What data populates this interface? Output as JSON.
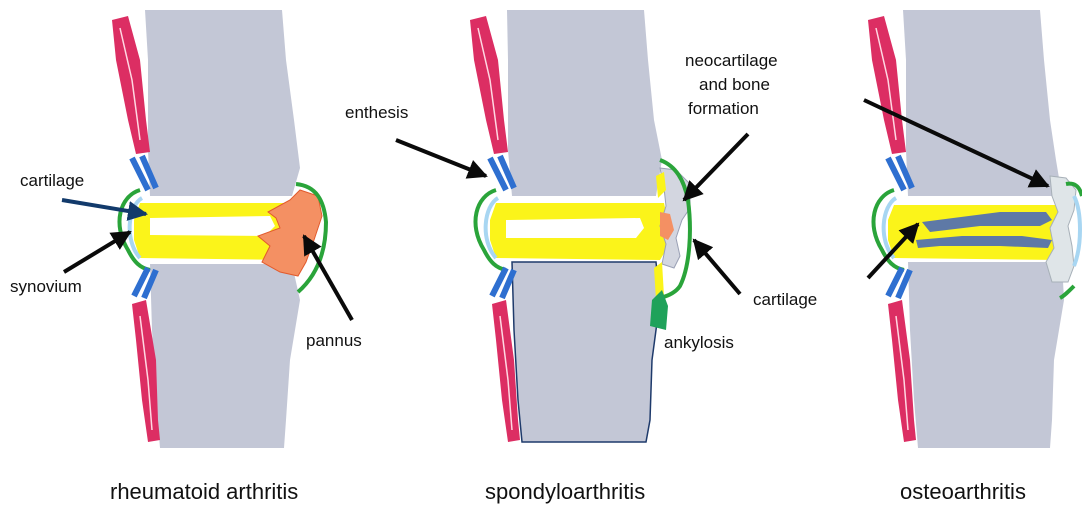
{
  "panels": {
    "ra": {
      "caption": "rheumatoid arthritis",
      "labels": {
        "cartilage": "cartilage",
        "synovium": "synovium",
        "pannus": "pannus"
      }
    },
    "spa": {
      "caption": "spondyloarthritis",
      "labels": {
        "enthesis": "enthesis",
        "neo_line1": "neocartilage",
        "neo_line2": "and bone",
        "neo_line3": "formation",
        "cartilage": "cartilage",
        "ankylosis": "ankylosis"
      }
    },
    "oa": {
      "caption": "osteoarthritis"
    }
  },
  "colors": {
    "bone": "#c3c7d6",
    "cartilage": "#fbf41a",
    "synovium": "#2aa43a",
    "tendon_red": "#dc2e63",
    "tendon_blue": "#2e6fd0",
    "pannus": "#f49063",
    "arrow": "#0a0a0a",
    "arrow_dark_blue": "#123a6b"
  }
}
